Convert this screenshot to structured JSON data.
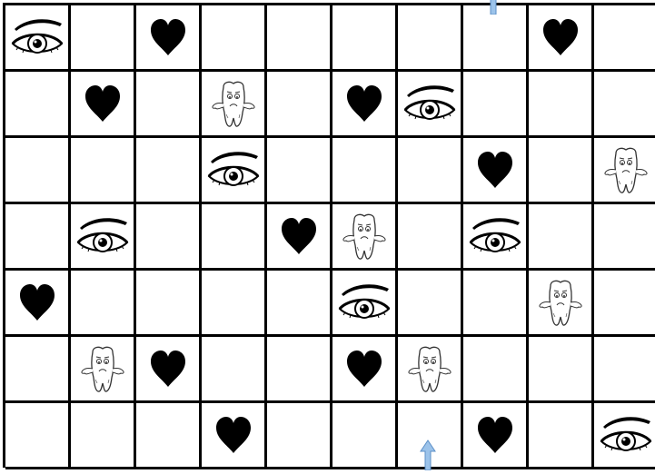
{
  "board": {
    "rows": 7,
    "cols": 10,
    "cells": [
      [
        "eye",
        "",
        "heart",
        "",
        "",
        "",
        "",
        "",
        "heart",
        ""
      ],
      [
        "",
        "heart",
        "",
        "tooth",
        "",
        "heart",
        "eye",
        "",
        "",
        ""
      ],
      [
        "",
        "",
        "",
        "eye",
        "",
        "",
        "",
        "heart",
        "",
        "tooth"
      ],
      [
        "",
        "eye",
        "",
        "",
        "heart",
        "tooth",
        "",
        "eye",
        "",
        ""
      ],
      [
        "heart",
        "",
        "",
        "",
        "",
        "eye",
        "",
        "",
        "tooth",
        ""
      ],
      [
        "",
        "tooth",
        "heart",
        "",
        "",
        "heart",
        "tooth",
        "",
        "",
        ""
      ],
      [
        "",
        "",
        "",
        "heart",
        "",
        "",
        "",
        "heart",
        "",
        "eye"
      ]
    ]
  },
  "arrows": [
    {
      "name": "arrow-top",
      "direction": "up",
      "col": 7,
      "edge": "top"
    },
    {
      "name": "arrow-bottom",
      "direction": "up",
      "col": 6,
      "edge": "bottom"
    }
  ],
  "colors": {
    "grid": "#000000",
    "heart": "#000000",
    "arrow": "#9cc3ea",
    "arrow_stroke": "#5b8fc7"
  },
  "icons": {
    "heart": "heart-icon",
    "eye": "eye-icon",
    "tooth": "tooth-icon"
  }
}
